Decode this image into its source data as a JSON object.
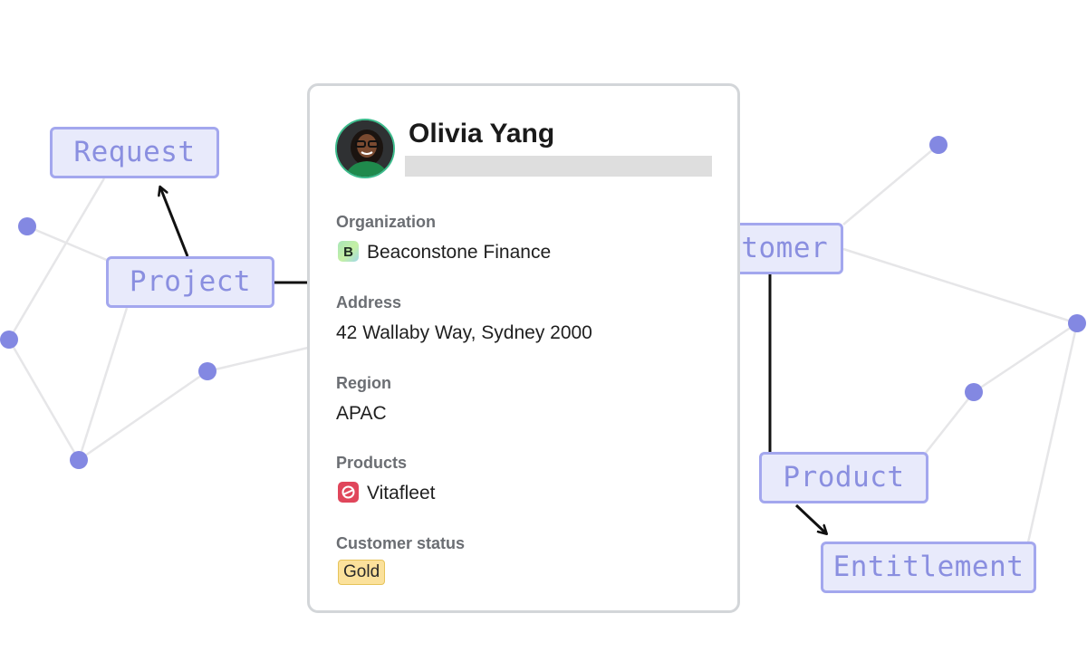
{
  "graph": {
    "nodes": {
      "request": "Request",
      "project": "Project",
      "customer": "Customer",
      "product": "Product",
      "entitlement": "Entitlement"
    },
    "colors": {
      "node_fill": "#e8eafb",
      "node_border": "#a3a7ee",
      "node_text": "#8a8fe0",
      "dot": "#8388e2",
      "edge_faint": "#e6e6e8",
      "edge_dark": "#111111"
    }
  },
  "card": {
    "name": "Olivia Yang",
    "fields": {
      "organization": {
        "label": "Organization",
        "value": "Beaconstone Finance",
        "icon": "beaconstone-logo-icon"
      },
      "address": {
        "label": "Address",
        "value": "42 Wallaby Way, Sydney 2000"
      },
      "region": {
        "label": "Region",
        "value": "APAC"
      },
      "products": {
        "label": "Products",
        "value": "Vitafleet",
        "icon": "vitafleet-logo-icon"
      },
      "status": {
        "label": "Customer status",
        "value": "Gold"
      }
    }
  }
}
